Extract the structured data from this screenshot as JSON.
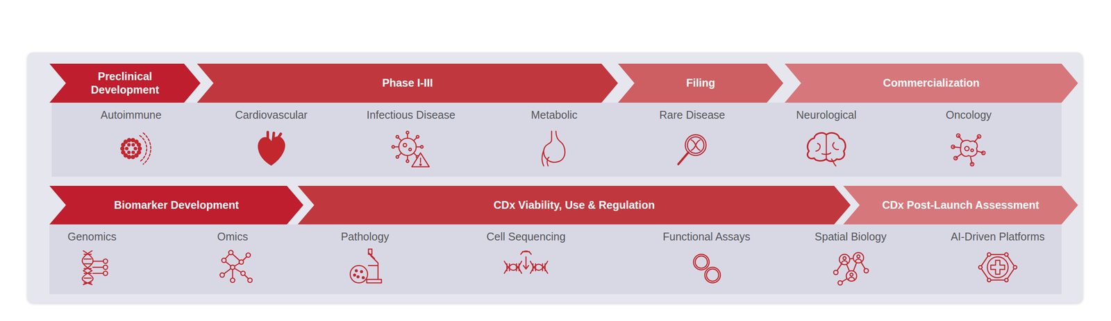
{
  "diagram": {
    "nodes": [
      {
        "text": [
          "Preclinical Development"
        ]
      },
      {
        "text": [
          "Phase I-III"
        ]
      },
      {
        "text": [
          "Filing"
        ]
      },
      {
        "text": [
          "Commercialization"
        ]
      },
      {
        "text": [
          "Biomarker Development"
        ]
      },
      {
        "text": [
          "CDx Viability, Use & Regulation"
        ]
      },
      {
        "text": [
          "CDx Post-Launch Assessment"
        ]
      }
    ],
    "labels": [
      "Autoimmune",
      "Cardiovascular",
      "Infectious Disease",
      "Metabolic",
      "Rare Disease",
      "Neurological",
      "Oncology",
      "Genomics",
      "Omics",
      "Pathology",
      "Cell Sequencing",
      "Functional Assays",
      "Spatial Biology",
      "AI-Driven Platforms"
    ]
  }
}
